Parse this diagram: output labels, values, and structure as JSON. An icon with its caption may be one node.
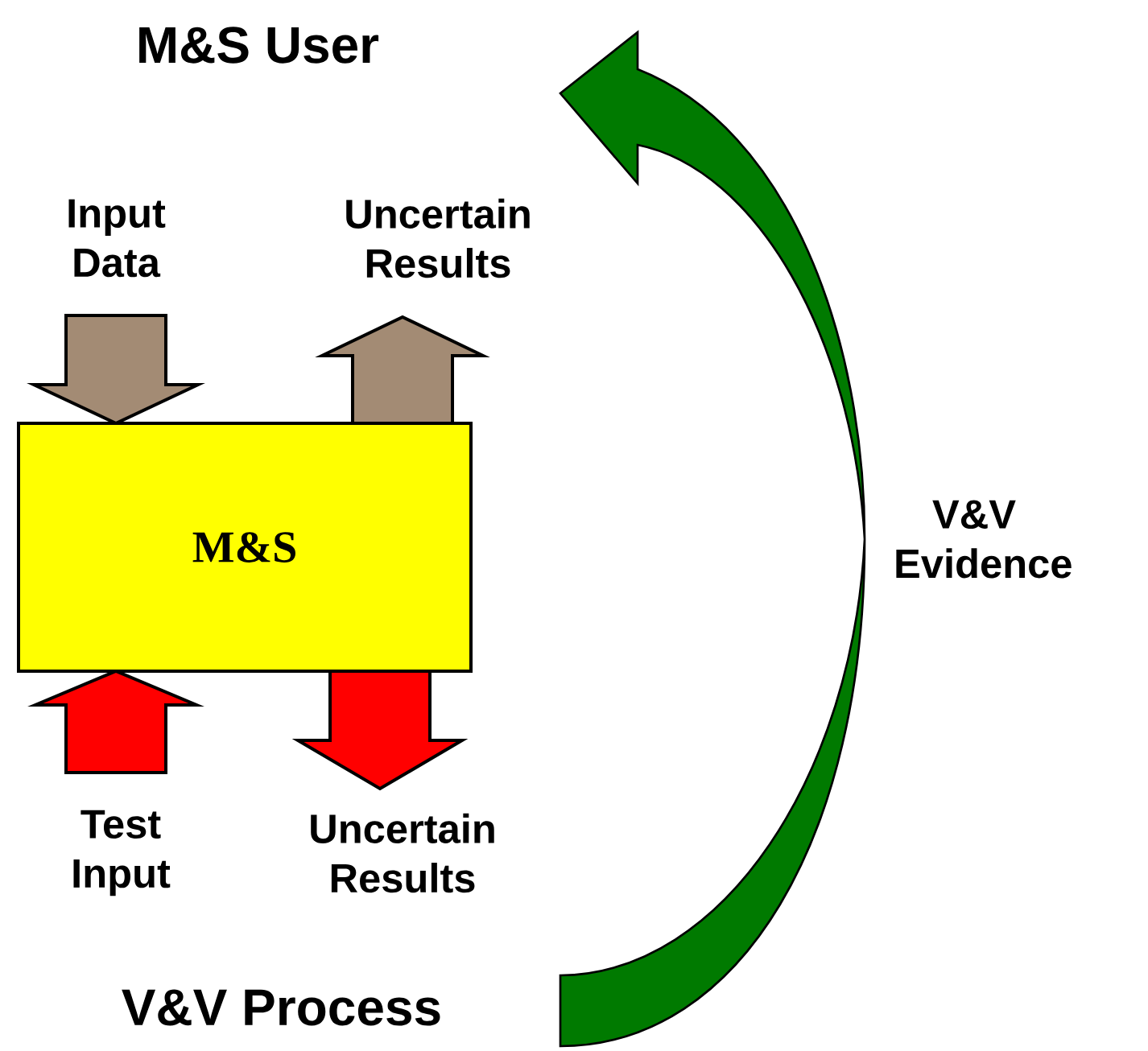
{
  "diagram": {
    "nodes": [
      {
        "text": [
          "M&S User"
        ]
      },
      {
        "text": [
          "V&V Process"
        ]
      },
      {
        "text": [
          "M&S"
        ]
      },
      {
        "text": [
          "Input Data"
        ]
      },
      {
        "text": [
          "Uncertain Results"
        ]
      },
      {
        "text": [
          "Test Input"
        ]
      },
      {
        "text": [
          "Uncertain Results"
        ]
      }
    ],
    "edges": [
      {
        "from": 3,
        "to": 2,
        "arrow": "to",
        "color": "#a38b74"
      },
      {
        "from": 2,
        "to": 4,
        "arrow": "to",
        "color": "#a38b74"
      },
      {
        "from": 5,
        "to": 2,
        "arrow": "to",
        "color": "#ff0000"
      },
      {
        "from": 2,
        "to": 6,
        "arrow": "to",
        "color": "#ff0000"
      },
      {
        "from": 1,
        "to": 0,
        "arrow": "to",
        "label": "V&V Evidence",
        "color": "#007a00"
      }
    ]
  }
}
